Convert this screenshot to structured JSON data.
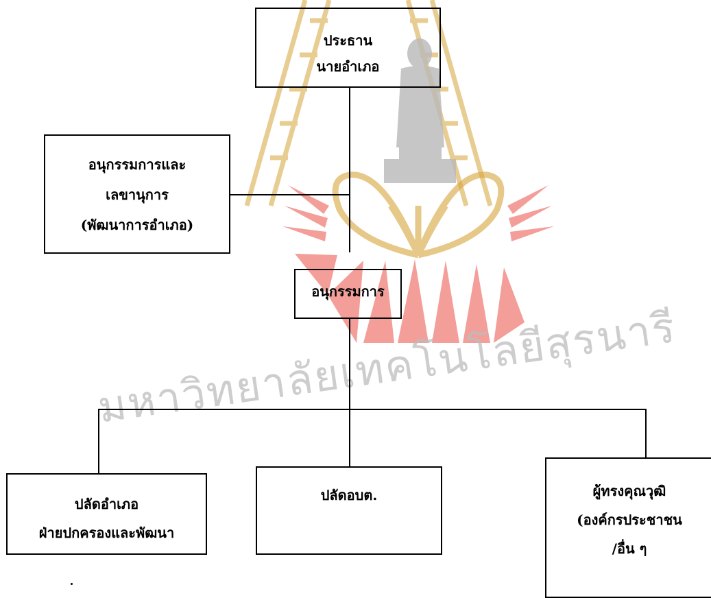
{
  "watermark": {
    "text": "มหาวิทยาลัยเทคโนโลยีสุรนารี",
    "colors": {
      "red": "#e62a1e",
      "gray": "#b9b9b9",
      "gold": "#d7a53a"
    }
  },
  "chart": {
    "chair": {
      "lines": [
        "ประธาน",
        "นายอำเภอ"
      ]
    },
    "secretary": {
      "lines": [
        "อนุกรรมการและ",
        "เลขานุการ",
        "(พัฒนาการอำเภอ)"
      ]
    },
    "subcommittee": {
      "lines": [
        "อนุกรรมการ"
      ]
    },
    "members": [
      {
        "lines": [
          "ปลัดอำเภอ",
          "ฝ่ายปกครองและพัฒนา"
        ]
      },
      {
        "lines": [
          "ปลัดอบต."
        ]
      },
      {
        "lines": [
          "ผู้ทรงคุณวุฒิ",
          "(องค์กรประชาชน",
          "/อื่น ๆ"
        ]
      }
    ]
  }
}
